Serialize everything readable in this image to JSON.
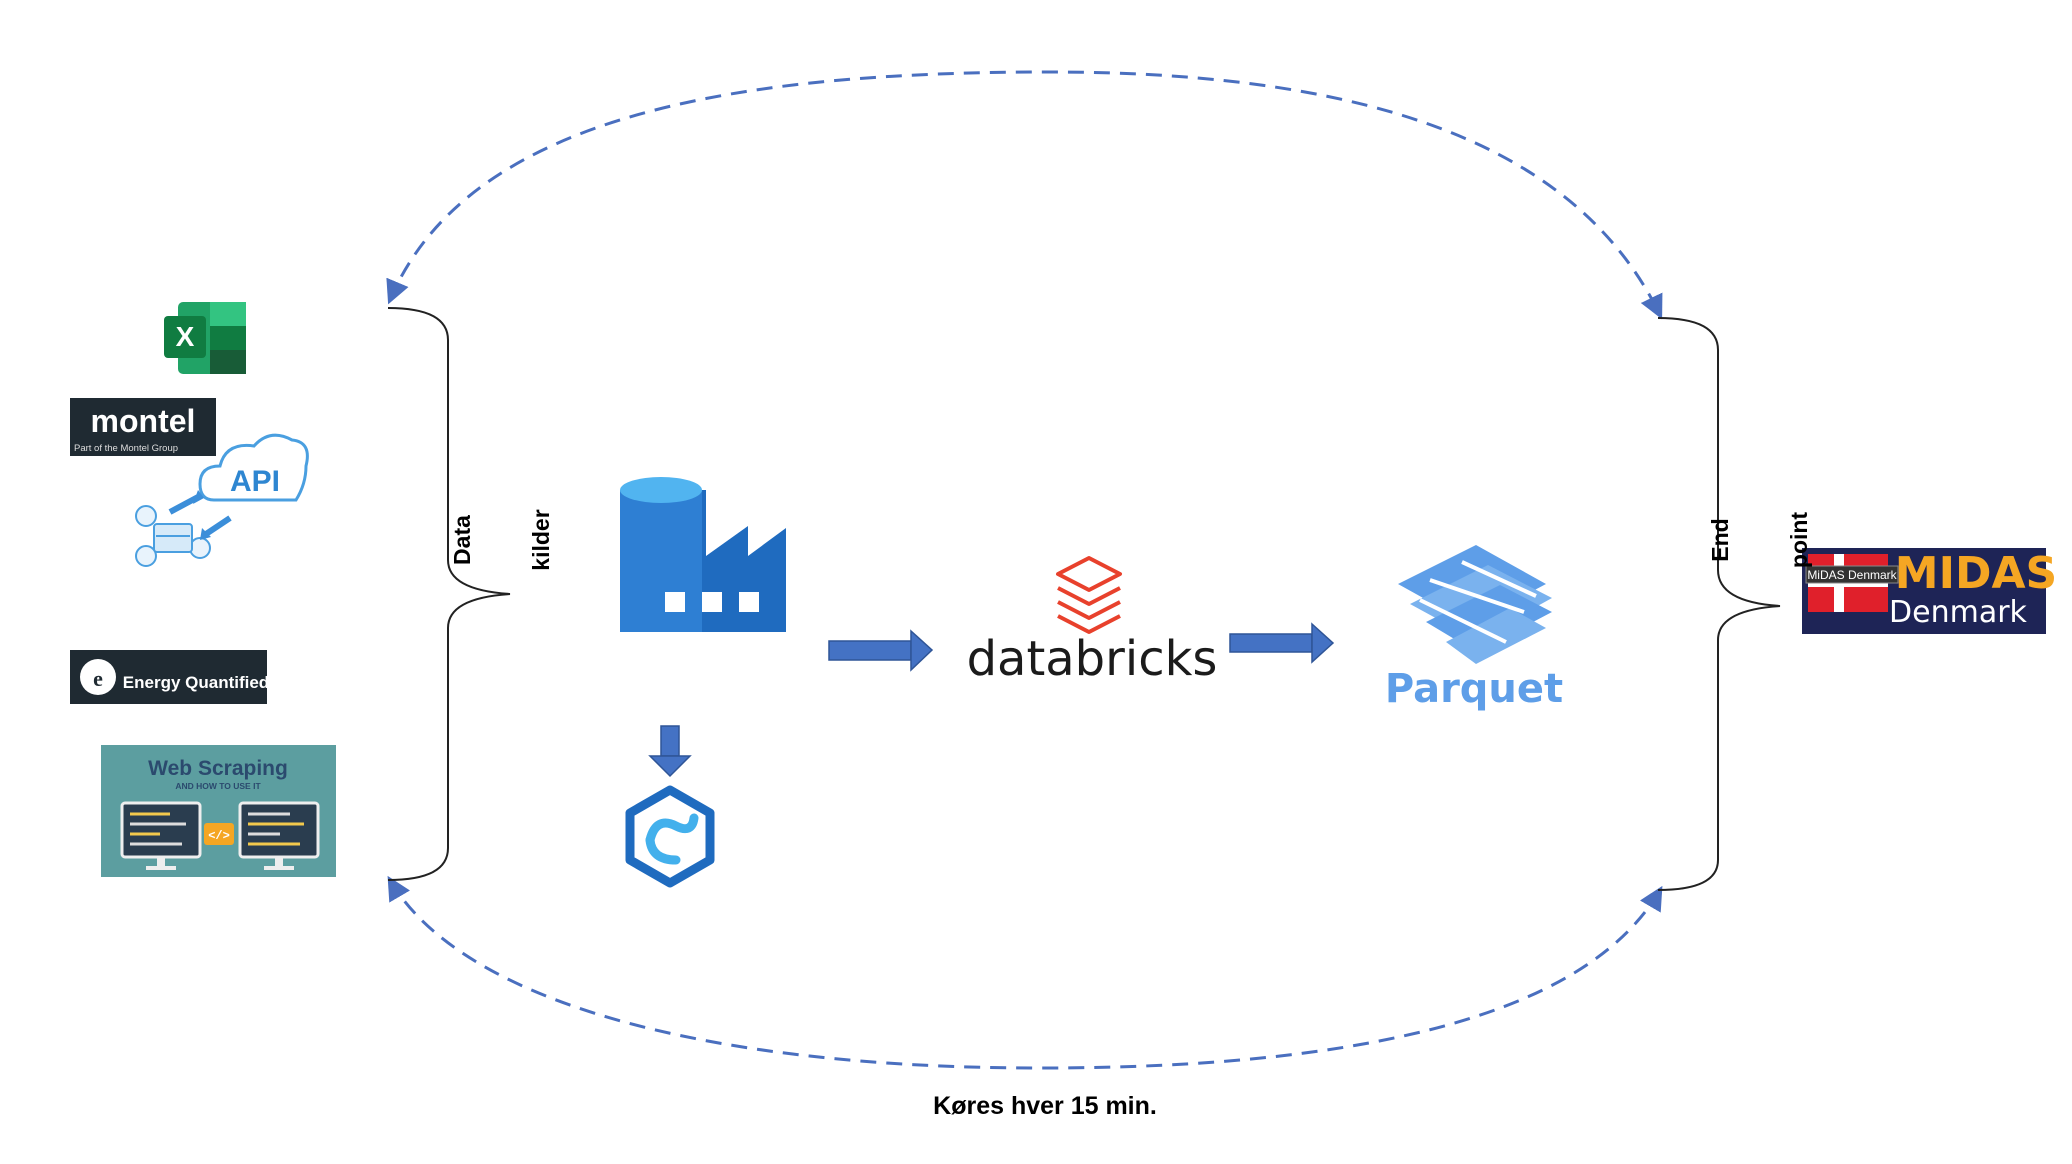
{
  "sources": {
    "label_line1": "Data",
    "label_line2": "kilder",
    "excel": {
      "icon": "excel-icon",
      "letter": "X",
      "colors": [
        "#21A366",
        "#107C41",
        "#185C37",
        "#33C481"
      ]
    },
    "montel": {
      "title": "montel",
      "subtitle": "Part of the Montel Group"
    },
    "api": {
      "text": "API",
      "color": "#2E86D1"
    },
    "energy_quantified": {
      "text": "Energy Quantified"
    },
    "web_scraping": {
      "title": "Web Scraping",
      "subtitle": "AND HOW TO USE IT",
      "code": "</>"
    }
  },
  "pipeline": {
    "data_factory": {
      "icon": "azure-data-factory-icon"
    },
    "synapse": {
      "icon": "azure-synapse-icon"
    },
    "databricks": {
      "text": "databricks",
      "icon": "databricks-icon",
      "color": "#E8412C"
    },
    "parquet": {
      "text": "Parquet",
      "color": "#5E9EE8"
    }
  },
  "endpoint": {
    "label_line1": "End",
    "label_line2": "point",
    "midas": {
      "title": "MIDAS",
      "subtitle": "Denmark",
      "badge": "MiDAS Denmark"
    }
  },
  "schedule": {
    "text": "Køres hver 15 min."
  },
  "colors": {
    "loop": "#4A6FBF",
    "arrow": "#4472C4",
    "arrow_stroke": "#2F5597"
  }
}
